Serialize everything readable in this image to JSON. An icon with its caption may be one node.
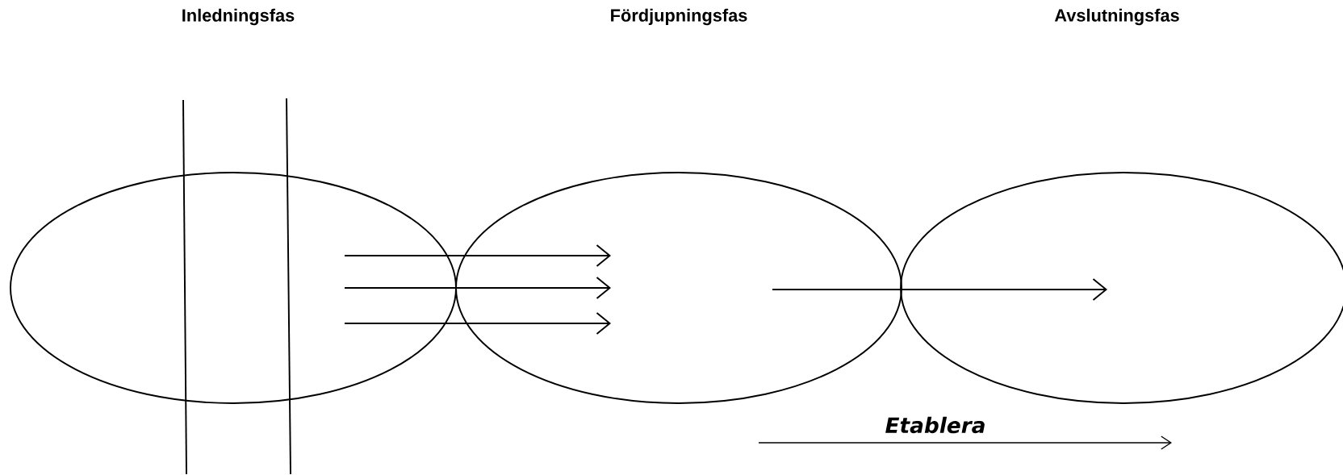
{
  "diagram": {
    "nodes": [
      {
        "text": [],
        "shape": "ellipse"
      },
      {
        "text": [],
        "shape": "ellipse"
      },
      {
        "text": [],
        "shape": "ellipse"
      }
    ],
    "edges": [
      {
        "from": 0,
        "to": 1,
        "arrow": "to"
      },
      {
        "from": 0,
        "to": 1,
        "arrow": "to"
      },
      {
        "from": 0,
        "to": 1,
        "arrow": "to"
      },
      {
        "from": 1,
        "to": 2,
        "arrow": "to"
      }
    ],
    "labels": [
      "Inledningsfas",
      "Fördjupningsfas",
      "Avslutningsfas",
      "Etablera"
    ]
  }
}
